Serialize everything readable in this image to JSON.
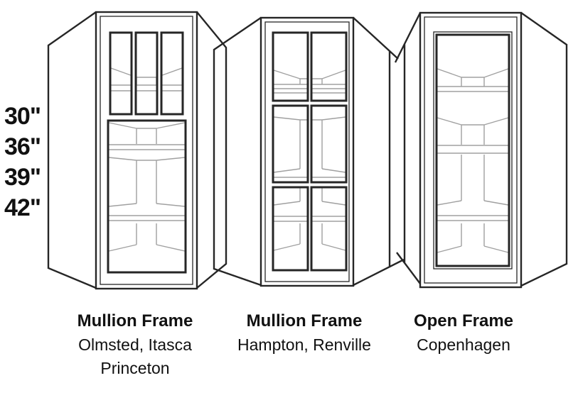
{
  "diagram": {
    "size_labels": [
      "30\"",
      "36\"",
      "39\"",
      "42\""
    ],
    "cabinets": [
      {
        "frame_type": "Mullion Frame",
        "door_styles": [
          "Olmsted, Itasca",
          "Princeton"
        ]
      },
      {
        "frame_type": "Mullion Frame",
        "door_styles": [
          "Hampton, Renville"
        ]
      },
      {
        "frame_type": "Open Frame",
        "door_styles": [
          "Copenhagen"
        ]
      }
    ],
    "colors": {
      "line": "#262626",
      "interior_line": "#a0a0a0",
      "text": "#111111",
      "background": "#ffffff"
    }
  }
}
